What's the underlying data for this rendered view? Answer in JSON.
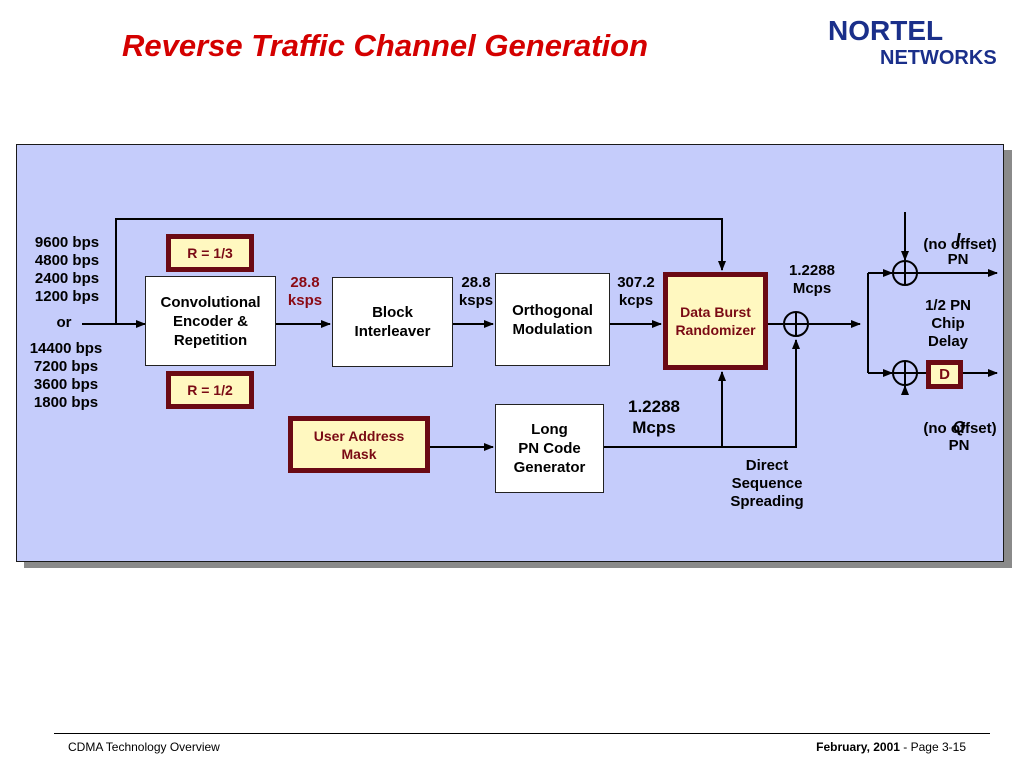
{
  "header": {
    "title": "Reverse Traffic Channel Generation",
    "logo_line1": "NORTEL",
    "logo_line2": "NETWORKS"
  },
  "diagram": {
    "input_rates_top": "9600 bps\n4800 bps\n2400 bps\n1200 bps",
    "input_or": "or",
    "input_rates_bottom": "14400 bps\n7200 bps\n3600 bps\n1800 bps",
    "rate_top": "R = 1/3",
    "rate_bottom": "R = 1/2",
    "encoder": "Convolutional\nEncoder &\nRepetition",
    "rate_after_encoder": "28.8\nksps",
    "interleaver": "Block\nInterleaver",
    "rate_after_interleaver": "28.8\nksps",
    "orthogonal": "Orthogonal\nModulation",
    "rate_after_orthogonal": "307.2\nkcps",
    "randomizer": "Data Burst\nRandomizer",
    "rate_after_spreading": "1.2288\nMcps",
    "user_mask": "User Address\nMask",
    "long_pn": "Long\nPN Code\nGenerator",
    "long_pn_rate": "1.2288\nMcps",
    "spreading_label": "Direct\nSequence\nSpreading",
    "i_pn_letter": "I",
    "i_pn_text": "PN",
    "i_pn_offset": "(no offset)",
    "chip_delay": "1/2 PN\nChip\nDelay",
    "delay_box": "D",
    "q_pn_letter": "Q",
    "q_pn_text": "PN",
    "q_pn_offset": "(no offset)"
  },
  "footer": {
    "left": "CDMA Technology Overview",
    "right_bold": "February, 2001",
    "right_rest": " -  Page 3-15"
  },
  "colors": {
    "title": "#d40000",
    "panel": "#c5ccfb",
    "highlight_border": "#6b0a14",
    "highlight_fill": "#fff8c0",
    "logo_blue": "#1a2f8a"
  }
}
